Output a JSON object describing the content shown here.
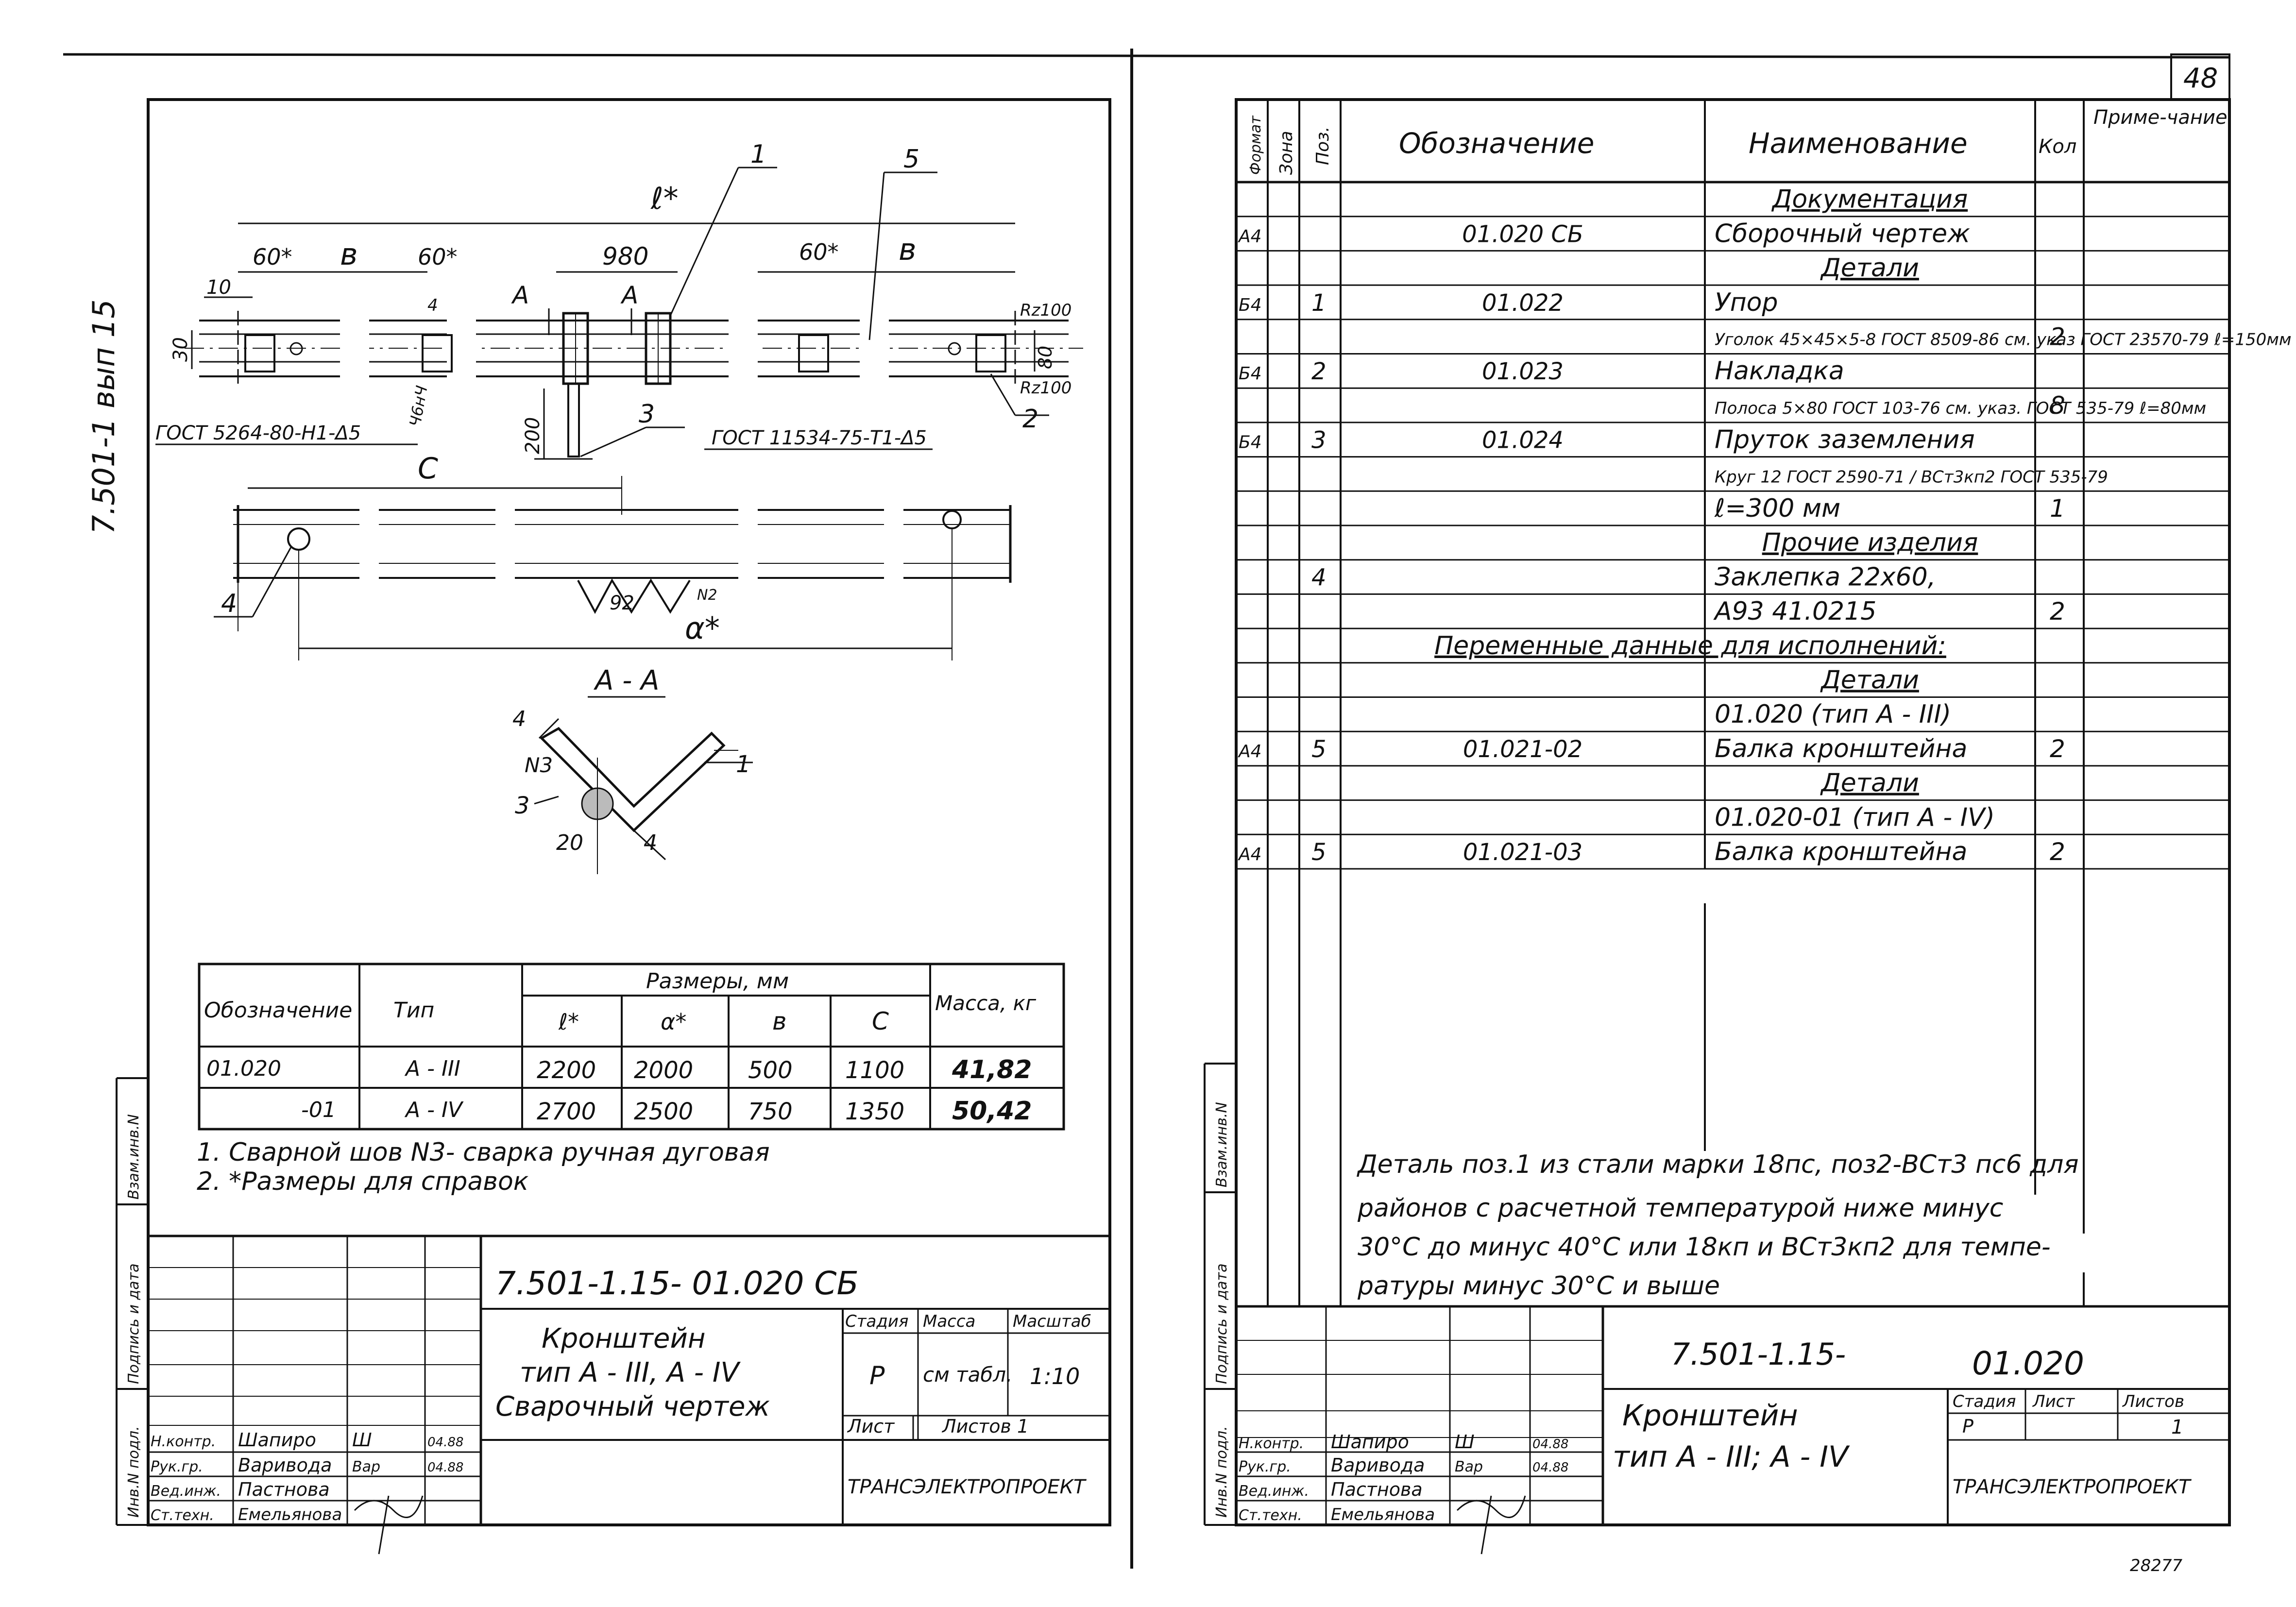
{
  "side_label": "7.501-1 вып 15",
  "page_number": "48",
  "stamp_number": "28277",
  "left_sheet": {
    "drawing": {
      "dims": {
        "l": "ℓ*",
        "b1": "в",
        "dim60a": "60*",
        "dim60b": "60*",
        "dim980": "980",
        "dim60c": "60*",
        "b2": "в",
        "dim10": "10",
        "dim30": "30",
        "dim200": "200",
        "rz1": "Rz100",
        "rz2": "Rz100",
        "dim80": "80",
        "c": "С",
        "a": "α*",
        "dim92": "92",
        "secA1": "А",
        "secA2": "А",
        "w1": "4",
        "w2": "N2",
        "w3": "Ч6нЧ"
      },
      "gost_left": "ГОСТ 5264-80-Н1-Δ5",
      "gost_right": "ГОСТ 11534-75-Т1-Δ5",
      "callouts": [
        "1",
        "5",
        "3",
        "2",
        "4"
      ],
      "section_title": "А - А",
      "section_labels": {
        "n3": "N3",
        "p3": "3",
        "p1": "1",
        "d4a": "4",
        "d4b": "4",
        "d20": "20"
      }
    },
    "table": {
      "h_designation": "Обозначение",
      "h_type": "Тип",
      "h_sizes": "Размеры, мм",
      "h_l": "ℓ*",
      "h_a": "α*",
      "h_b": "в",
      "h_c": "С",
      "h_mass": "Масса, кг",
      "rows": [
        {
          "designation": "01.020",
          "type": "А - III",
          "l": "2200",
          "a": "2000",
          "b": "500",
          "c": "1100",
          "mass": "41,82"
        },
        {
          "designation": "-01",
          "type": "А - IV",
          "l": "2700",
          "a": "2500",
          "b": "750",
          "c": "1350",
          "mass": "50,42"
        }
      ]
    },
    "notes": [
      "1. Сварной шов N3- сварка ручная дуговая",
      "2. *Размеры для справок"
    ],
    "stamp": {
      "code": "7.501-1.15- 01.020 СБ",
      "title1": "Кронштейн",
      "title2": "тип А - III, А - IV",
      "title3": "Сварочный чертеж",
      "h_stage": "Стадия",
      "h_mass": "Масса",
      "h_scale": "Масштаб",
      "stage": "Р",
      "mass": "см табл.",
      "scale": "1:10",
      "sheet": "Лист",
      "sheets": "Листов 1",
      "org": "ТРАНСЭЛЕКТРОПРОЕКТ",
      "people": [
        {
          "role": "Н.контр.",
          "name": "Шапиро",
          "sign": "Ш",
          "date": "04.88"
        },
        {
          "role": "Рук.гр.",
          "name": "Варивода",
          "sign": "Вар",
          "date": "04.88"
        },
        {
          "role": "Вед.инж.",
          "name": "Пастнова",
          "sign": "",
          "date": ""
        },
        {
          "role": "Ст.техн.",
          "name": "Емельянова",
          "sign": "",
          "date": ""
        }
      ]
    },
    "side_cells": [
      "Инв.N подл.",
      "Подпись и дата",
      "Взам.инв.N"
    ]
  },
  "right_sheet": {
    "spec_headers": {
      "format": "Формат",
      "zone": "Зона",
      "pos": "Поз.",
      "designation": "Обозначение",
      "name": "Наименование",
      "qty": "Кол",
      "note": "Приме-чание"
    },
    "rows": [
      {
        "f": "",
        "z": "",
        "p": "",
        "d": "",
        "n": "Документация",
        "q": "",
        "u": true,
        "c": true
      },
      {
        "f": "А4",
        "z": "",
        "p": "",
        "d": "01.020 СБ",
        "n": "Сборочный чертеж",
        "q": "",
        "u": false,
        "c": false
      },
      {
        "f": "",
        "z": "",
        "p": "",
        "d": "",
        "n": "Детали",
        "q": "",
        "u": true,
        "c": true
      },
      {
        "f": "Б4",
        "z": "",
        "p": "1",
        "d": "01.022",
        "n": "Упор",
        "q": "",
        "u": false,
        "c": false
      },
      {
        "f": "",
        "z": "",
        "p": "",
        "d": "",
        "n": "Уголок 45×45×5-8 ГОСТ 8509-86 см. указ ГОСТ 23570-79 ℓ=150мм",
        "q": "2",
        "u": false,
        "c": false
      },
      {
        "f": "Б4",
        "z": "",
        "p": "2",
        "d": "01.023",
        "n": "Накладка",
        "q": "",
        "u": false,
        "c": false
      },
      {
        "f": "",
        "z": "",
        "p": "",
        "d": "",
        "n": "Полоса 5×80 ГОСТ 103-76 см. указ. ГОСТ 535-79 ℓ=80мм",
        "q": "8",
        "u": false,
        "c": false
      },
      {
        "f": "Б4",
        "z": "",
        "p": "3",
        "d": "01.024",
        "n": "Пруток заземления",
        "q": "",
        "u": false,
        "c": false
      },
      {
        "f": "",
        "z": "",
        "p": "",
        "d": "",
        "n": "Круг 12 ГОСТ 2590-71 / ВСт3кп2 ГОСТ 535-79",
        "q": "",
        "u": false,
        "c": false
      },
      {
        "f": "",
        "z": "",
        "p": "",
        "d": "",
        "n": "ℓ=300 мм",
        "q": "1",
        "u": false,
        "c": false
      },
      {
        "f": "",
        "z": "",
        "p": "",
        "d": "",
        "n": "Прочие изделия",
        "q": "",
        "u": true,
        "c": true
      },
      {
        "f": "",
        "z": "",
        "p": "4",
        "d": "",
        "n": "Заклепка 22х60,",
        "q": "",
        "u": false,
        "c": false
      },
      {
        "f": "",
        "z": "",
        "p": "",
        "d": "",
        "n": "А93 41.0215",
        "q": "2",
        "u": false,
        "c": false
      },
      {
        "f": "",
        "z": "",
        "p": "",
        "d": "",
        "n": "Переменные данные для исполнений:",
        "q": "",
        "u": true,
        "c": false,
        "wide": true
      },
      {
        "f": "",
        "z": "",
        "p": "",
        "d": "",
        "n": "Детали",
        "q": "",
        "u": true,
        "c": true
      },
      {
        "f": "",
        "z": "",
        "p": "",
        "d": "",
        "n": "01.020 (тип А - III)",
        "q": "",
        "u": false,
        "c": false
      },
      {
        "f": "А4",
        "z": "",
        "p": "5",
        "d": "01.021-02",
        "n": "Балка кронштейна",
        "q": "2",
        "u": false,
        "c": false
      },
      {
        "f": "",
        "z": "",
        "p": "",
        "d": "",
        "n": "Детали",
        "q": "",
        "u": true,
        "c": true
      },
      {
        "f": "",
        "z": "",
        "p": "",
        "d": "",
        "n": "01.020-01 (тип А - IV)",
        "q": "",
        "u": false,
        "c": false
      },
      {
        "f": "А4",
        "z": "",
        "p": "5",
        "d": "01.021-03",
        "n": "Балка кронштейна",
        "q": "2",
        "u": false,
        "c": false
      }
    ],
    "footnote": [
      "Деталь поз.1 из стали марки 18пс, поз2-ВСт3 пс6 для",
      "районов с расчетной температурой ниже минус",
      "30°С до минус 40°С или 18кп и ВСт3кп2 для темпе-",
      "ратуры минус 30°С и выше"
    ],
    "stamp": {
      "code": "7.501-1.15-",
      "code2": "01.020",
      "title1": "Кронштейн",
      "title2": "тип А - III; А - IV",
      "h_stage": "Стадия",
      "h_sheet": "Лист",
      "h_sheets": "Листов",
      "stage": "Р",
      "sheets": "1",
      "org": "ТРАНСЭЛЕКТРОПРОЕКТ",
      "people": [
        {
          "role": "Н.контр.",
          "name": "Шапиро",
          "sign": "Ш",
          "date": "04.88"
        },
        {
          "role": "Рук.гр.",
          "name": "Варивода",
          "sign": "Вар",
          "date": "04.88"
        },
        {
          "role": "Вед.инж.",
          "name": "Пастнова",
          "sign": "",
          "date": ""
        },
        {
          "role": "Ст.техн.",
          "name": "Емельянова",
          "sign": "",
          "date": ""
        }
      ]
    },
    "side_cells": [
      "Инв.N подл.",
      "Подпись и дата",
      "Взам.инв.N"
    ]
  }
}
